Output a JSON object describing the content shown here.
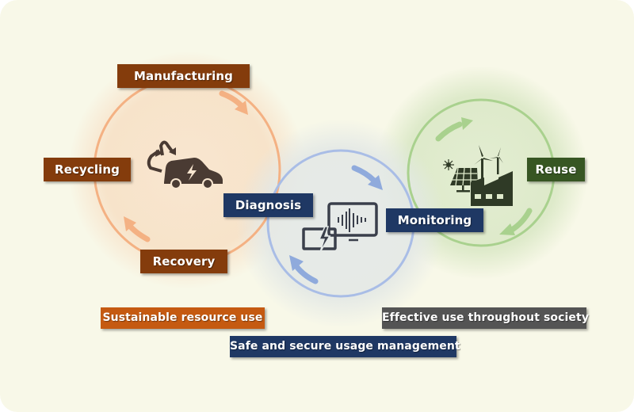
{
  "diagram": {
    "cycles": [
      {
        "name": "resource-cycle",
        "color": "#f4b183",
        "stages": [
          "Manufacturing",
          "Recycling",
          "Recovery"
        ],
        "icon": "recycle-electric-car-icon"
      },
      {
        "name": "usage-cycle",
        "color": "#8faadc",
        "stages": [
          "Diagnosis",
          "Monitoring"
        ],
        "icon": "battery-monitor-icon"
      },
      {
        "name": "reuse-cycle",
        "color": "#a9d18e",
        "stages": [
          "Reuse"
        ],
        "icon": "renewable-energy-factory-icon"
      }
    ],
    "labels": {
      "manufacturing": "Manufacturing",
      "recycling": "Recycling",
      "recovery": "Recovery",
      "diagnosis": "Diagnosis",
      "monitoring": "Monitoring",
      "reuse": "Reuse"
    },
    "themes": {
      "sustainable": "Sustainable resource use",
      "safe": "Safe and secure usage management",
      "effective": "Effective use throughout society"
    },
    "colors": {
      "background": "#f8f8e8",
      "brown_label": "#843c0c",
      "navy_label": "#1f3864",
      "green_label": "#375623",
      "orange_label": "#c55a11",
      "gray_label": "#545454",
      "icon_dark_brown": "#4a3b33",
      "icon_dark_slate": "#3a3f4b",
      "icon_dark_green": "#2f3a26"
    }
  }
}
